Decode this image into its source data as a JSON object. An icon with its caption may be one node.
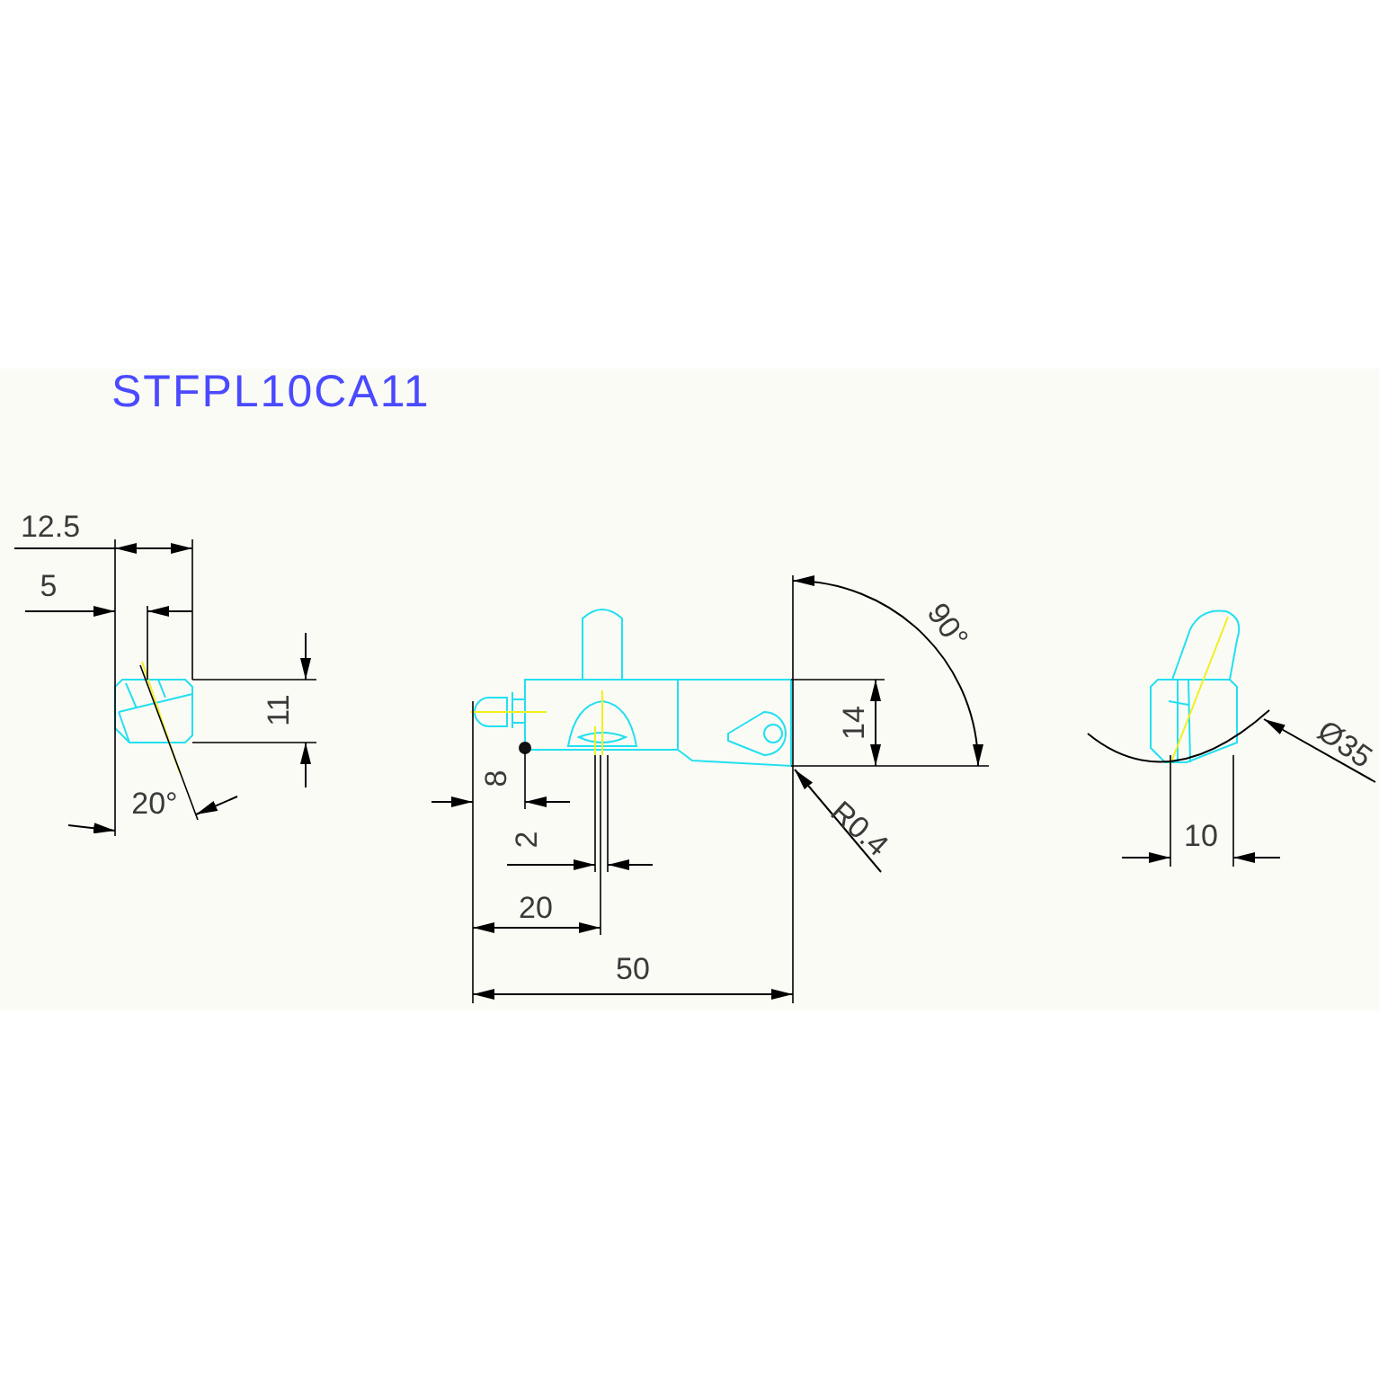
{
  "diagram": {
    "title": "STFPL10CA11",
    "labels": [
      "12.5",
      "5",
      "90°",
      "11",
      "14",
      "8",
      "R0.4",
      "Ø35",
      "20°",
      "2",
      "10",
      "20",
      "50"
    ]
  }
}
